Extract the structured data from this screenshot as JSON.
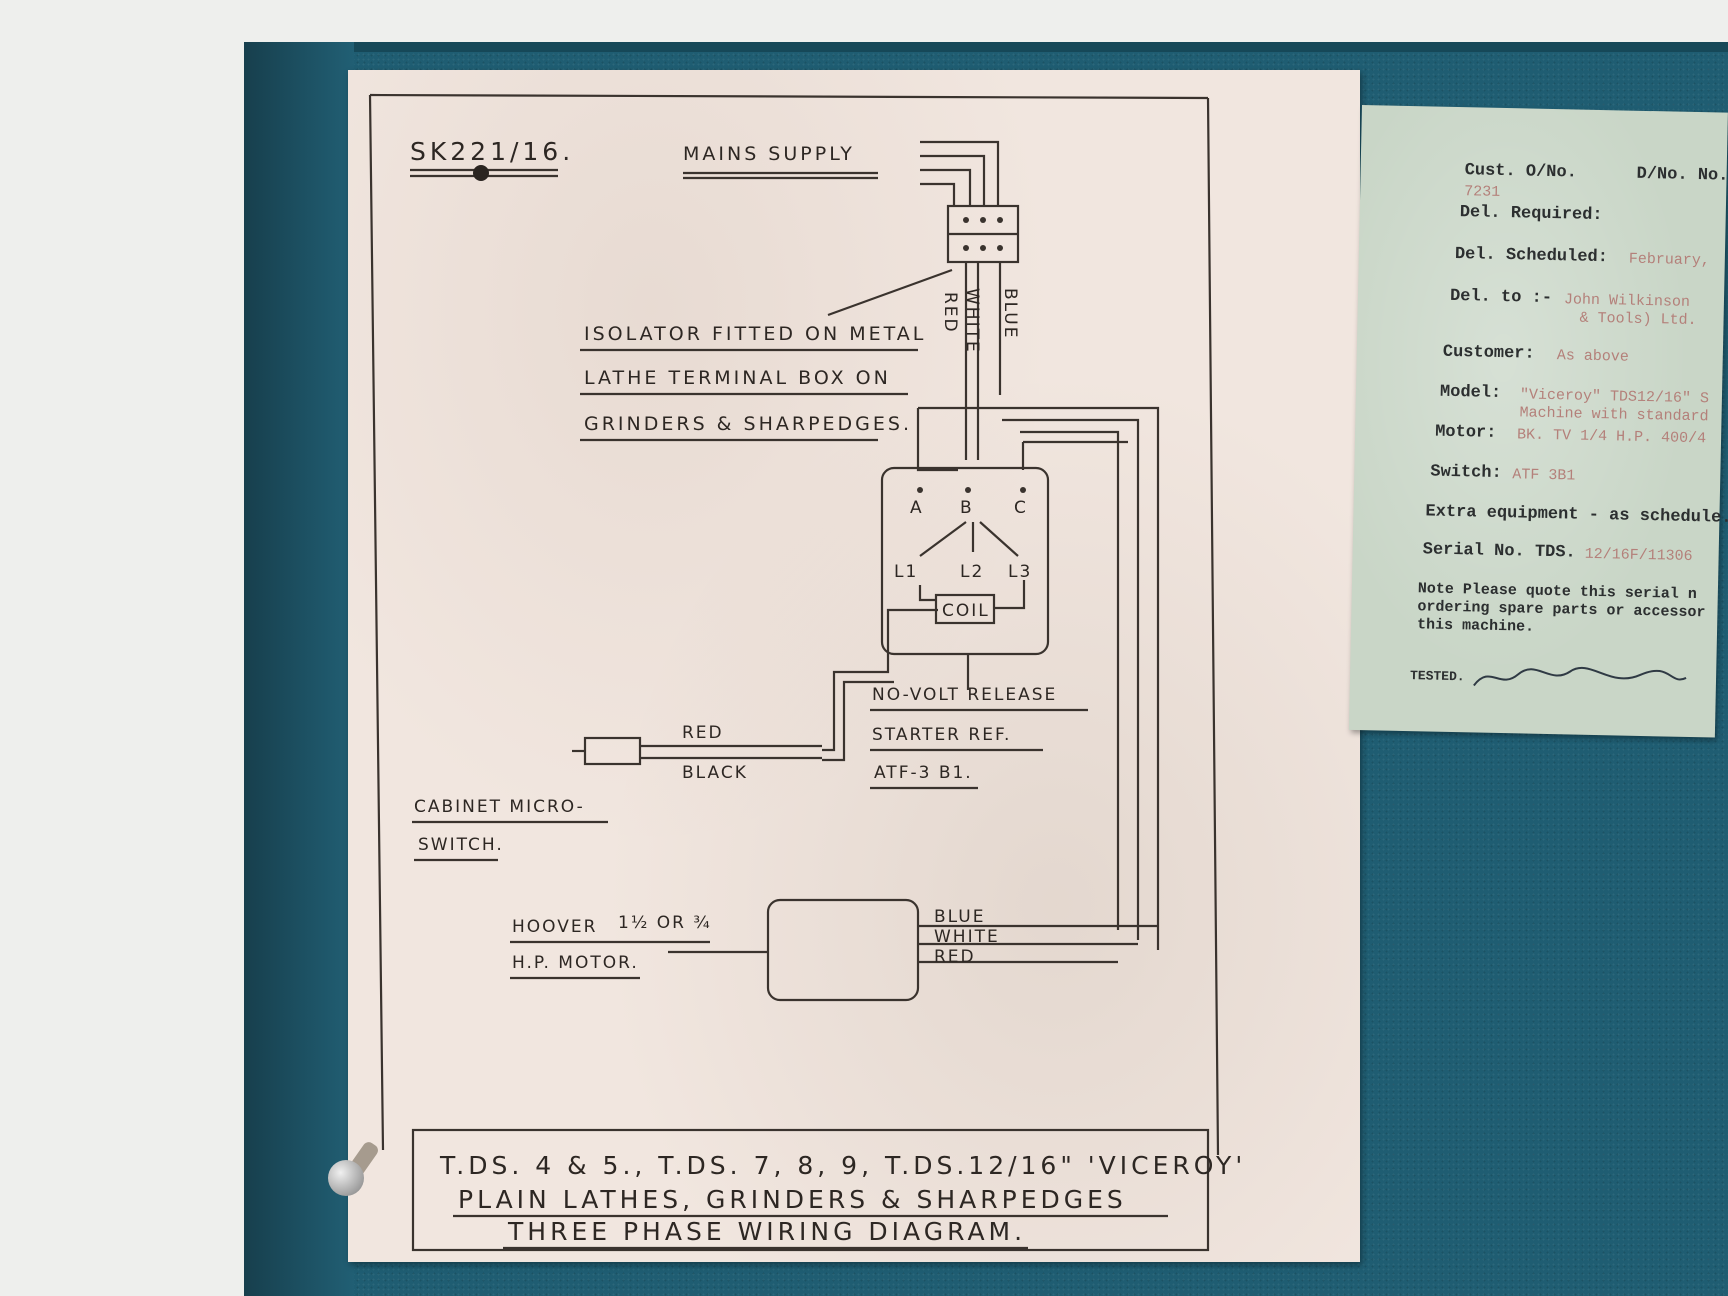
{
  "sheet": {
    "ref": "SK221/16.",
    "mains_supply": "MAINS SUPPLY",
    "isolator_lines": [
      "ISOLATOR  FITTED ON METAL",
      "LATHE  TERMINAL  BOX  ON",
      "GRINDERS  &  SHARPEDGES."
    ],
    "wire_labels": {
      "red": "RED",
      "white": "WHITE",
      "blue": "BLUE"
    },
    "terminals": [
      "A",
      "B",
      "C",
      "L1",
      "L2",
      "L3"
    ],
    "coil": "COIL",
    "starter_lines": [
      "NO-VOLT  RELEASE",
      "STARTER   REF.",
      "ATF-3 B1."
    ],
    "switch_wires": [
      "RED",
      "BLACK"
    ],
    "cabinet_lines": [
      "CABINET   MICRO-",
      "SWITCH."
    ],
    "motor_lines": [
      "HOOVER",
      "1½ OR ¾",
      "H.P. MOTOR."
    ],
    "motor_wires": [
      "BLUE",
      "WHITE",
      "RED"
    ],
    "title_lines": [
      "T.DS. 4 & 5.,  T.DS. 7, 8, 9,  T.DS.12/16\"  'VICEROY'",
      "PLAIN  LATHES,  GRINDERS  &  SHARPEDGES",
      "THREE  PHASE  WIRING  DIAGRAM."
    ]
  },
  "spec_plate": {
    "cust_order_label": "Cust. O/No.",
    "cust_order_value": "7231",
    "d_no_label": "D/No. No.",
    "del_required": "Del. Required:",
    "del_scheduled_label": "Del. Scheduled:",
    "del_scheduled_value": "February,",
    "del_to_label": "Del. to :-",
    "del_to_value": [
      "John Wilkinson",
      "& Tools) Ltd."
    ],
    "customer_label": "Customer:",
    "customer_value": "As above",
    "model_label": "Model:",
    "model_value": [
      "\"Viceroy\" TDS12/16\" S",
      "Machine with standard"
    ],
    "motor_label": "Motor:",
    "motor_value": "BK. TV 1/4 H.P. 400/4",
    "switch_label": "Switch:",
    "switch_value": "ATF 3B1",
    "extra_equipment": "Extra equipment - as schedule.",
    "serial_label": "Serial No.  TDS.",
    "serial_value": "12/16F/11306",
    "note": [
      "Note  Please quote this serial n",
      "ordering spare parts or accessor",
      "this machine."
    ],
    "tested_label": "TESTED."
  }
}
